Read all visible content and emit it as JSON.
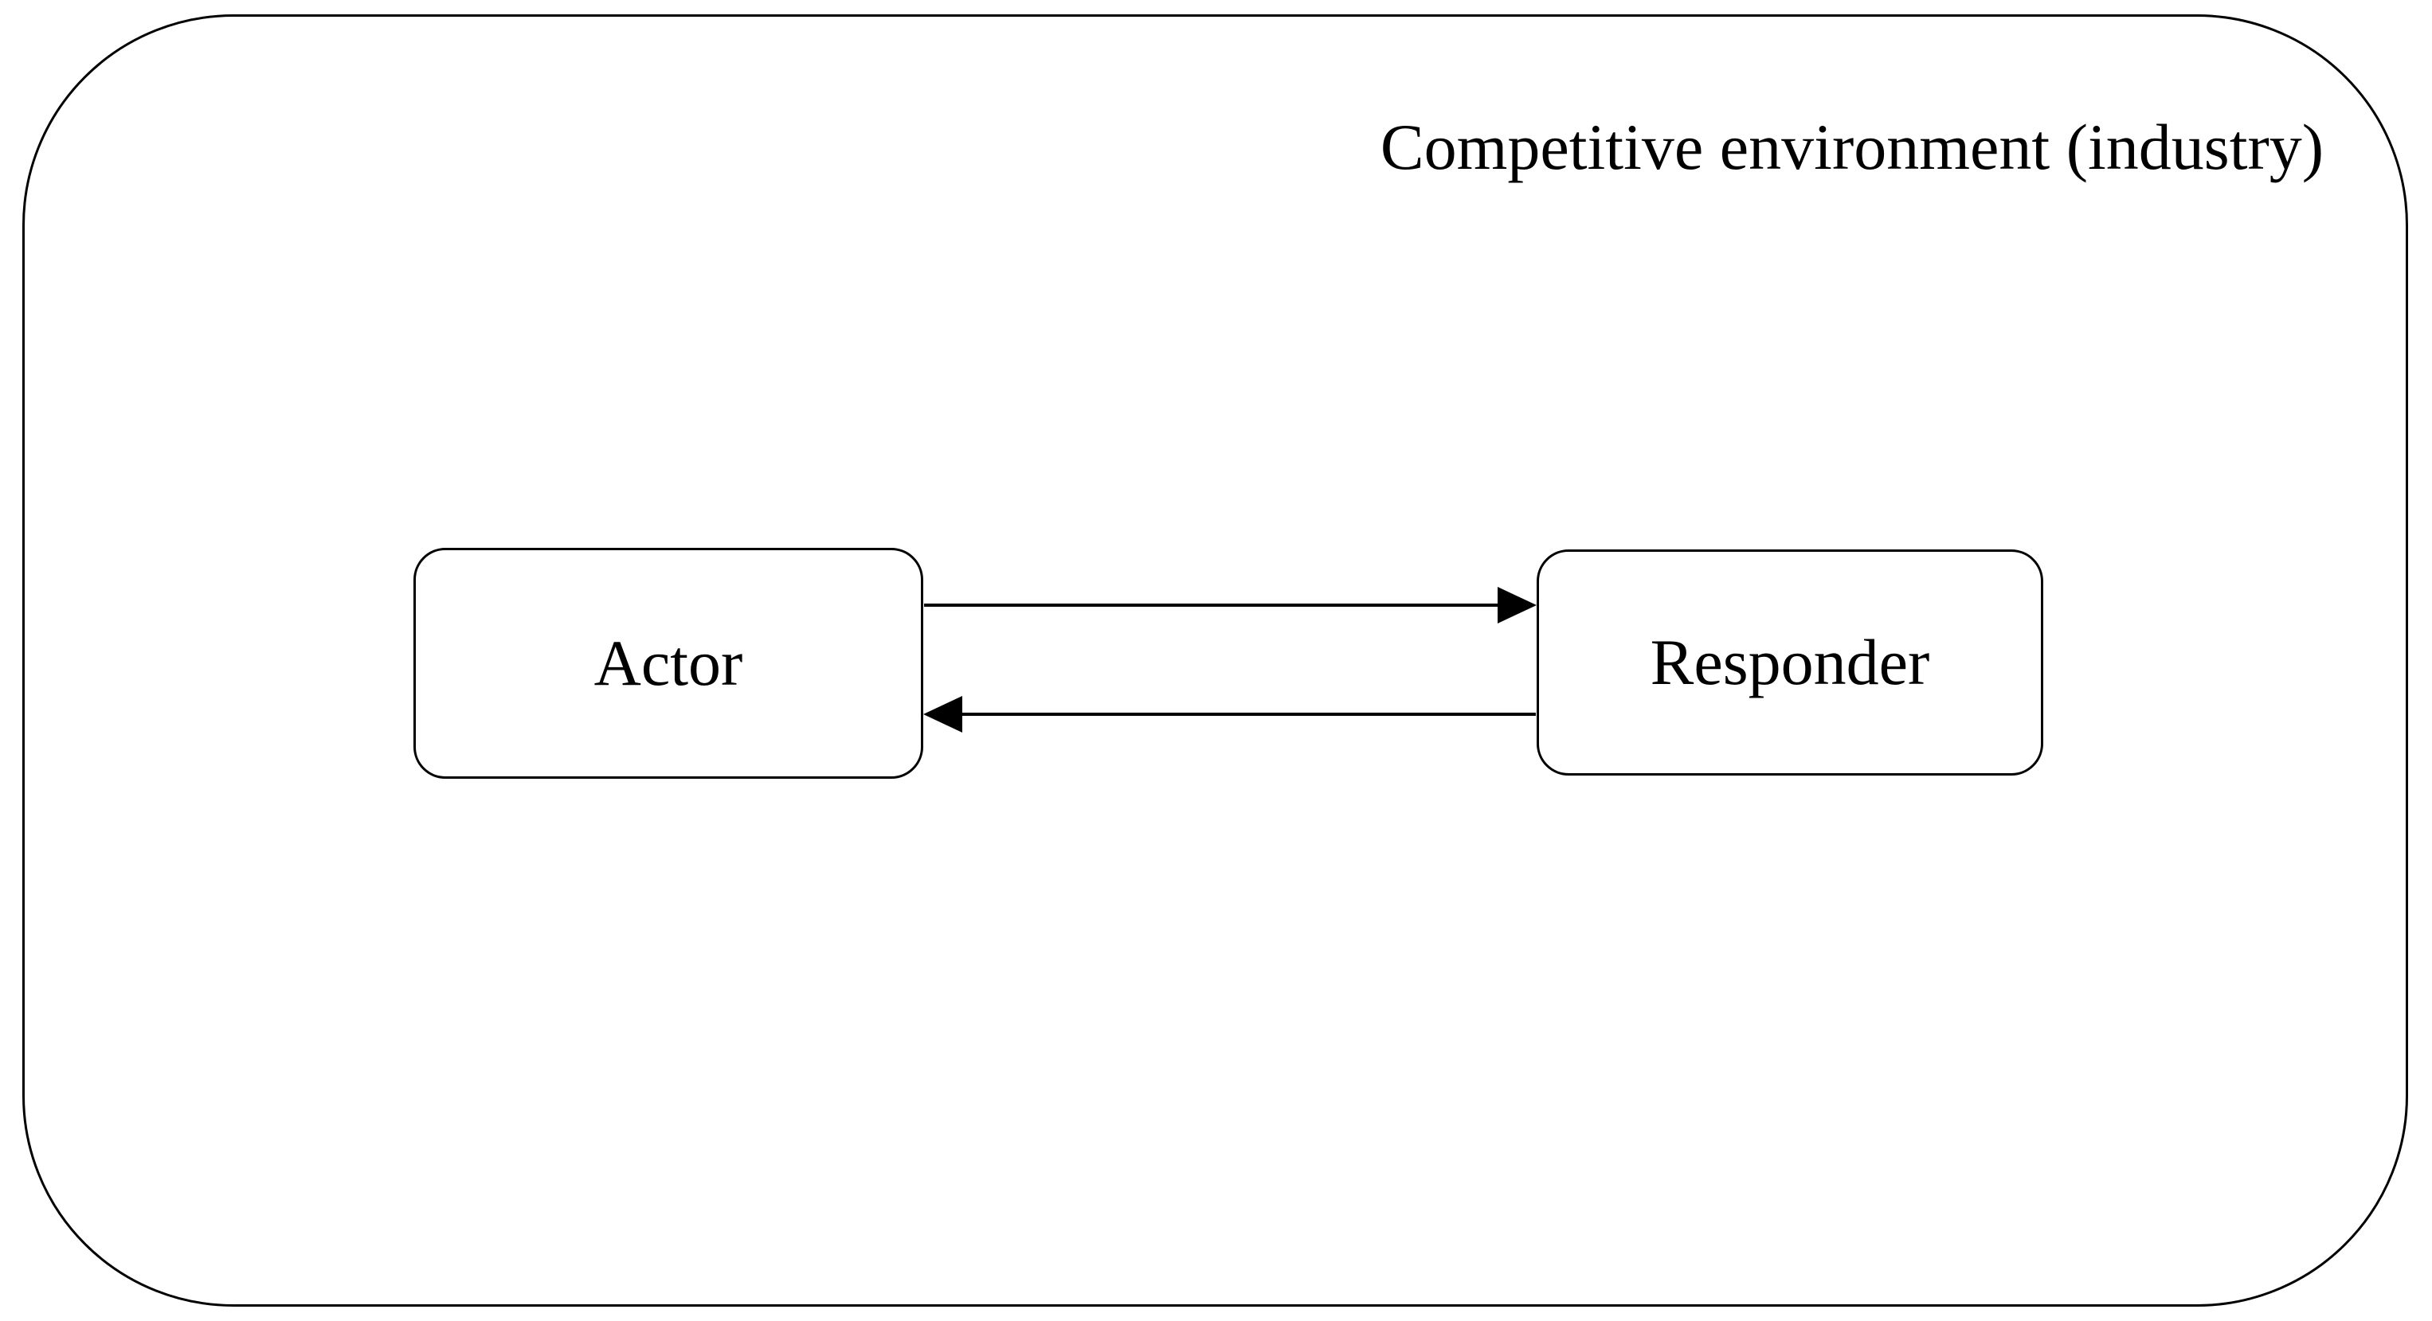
{
  "diagram": {
    "title": "Competitive environment (industry)",
    "nodes": [
      {
        "id": "actor",
        "label": "Actor"
      },
      {
        "id": "responder",
        "label": "Responder"
      }
    ],
    "edges": [
      {
        "from": "actor",
        "to": "responder",
        "direction": "right",
        "style": "solid-line-filled-triangle-arrowhead"
      },
      {
        "from": "responder",
        "to": "actor",
        "direction": "left",
        "style": "solid-line-filled-triangle-arrowhead"
      }
    ],
    "colors": {
      "stroke": "#000000",
      "bg": "#ffffff"
    }
  }
}
